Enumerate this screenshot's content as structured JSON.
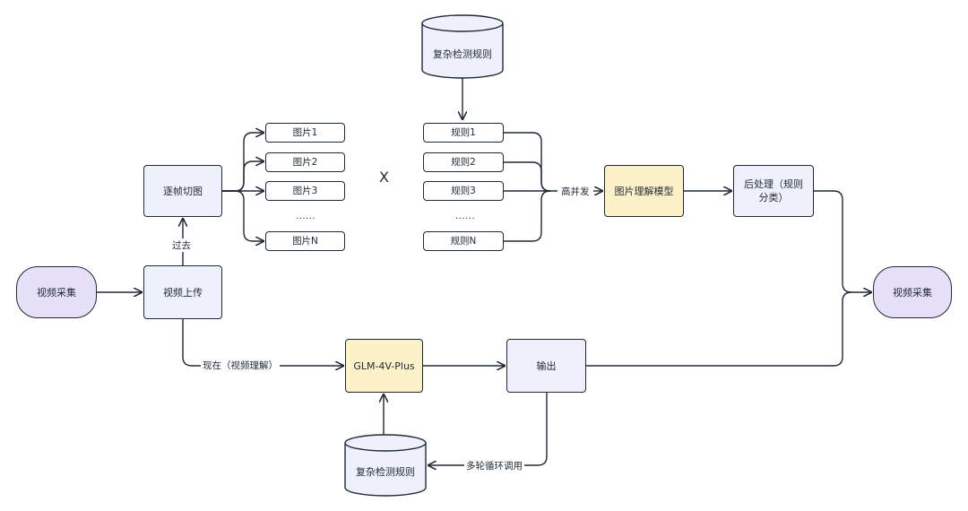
{
  "nodes": {
    "video_collect_left": "视频采集",
    "video_upload": "视频上传",
    "frame_cut": "逐帧切图",
    "images": [
      "图片1",
      "图片2",
      "图片3",
      "图片N"
    ],
    "image_ellipsis": "......",
    "times": "X",
    "rules_db_top": "复杂检测规则",
    "rules": [
      "规则1",
      "规则2",
      "规则3",
      "规则N"
    ],
    "rule_ellipsis": "......",
    "image_model": "图片理解模型",
    "post_process": "后处理（规则分类）",
    "video_collect_right": "视频采集",
    "glm": "GLM-4V-Plus",
    "output": "输出",
    "rules_db_bottom": "复杂检测规则"
  },
  "edge_labels": {
    "past": "过去",
    "high_concurrency": "高并发",
    "now": "现在（视频理解）",
    "multi_round": "多轮循环调用"
  },
  "colors": {
    "pill_fill": "#e6e0f8",
    "box_fill": "#eef1fb",
    "model_fill": "#fdf1c8",
    "stroke": "#1f2937"
  }
}
